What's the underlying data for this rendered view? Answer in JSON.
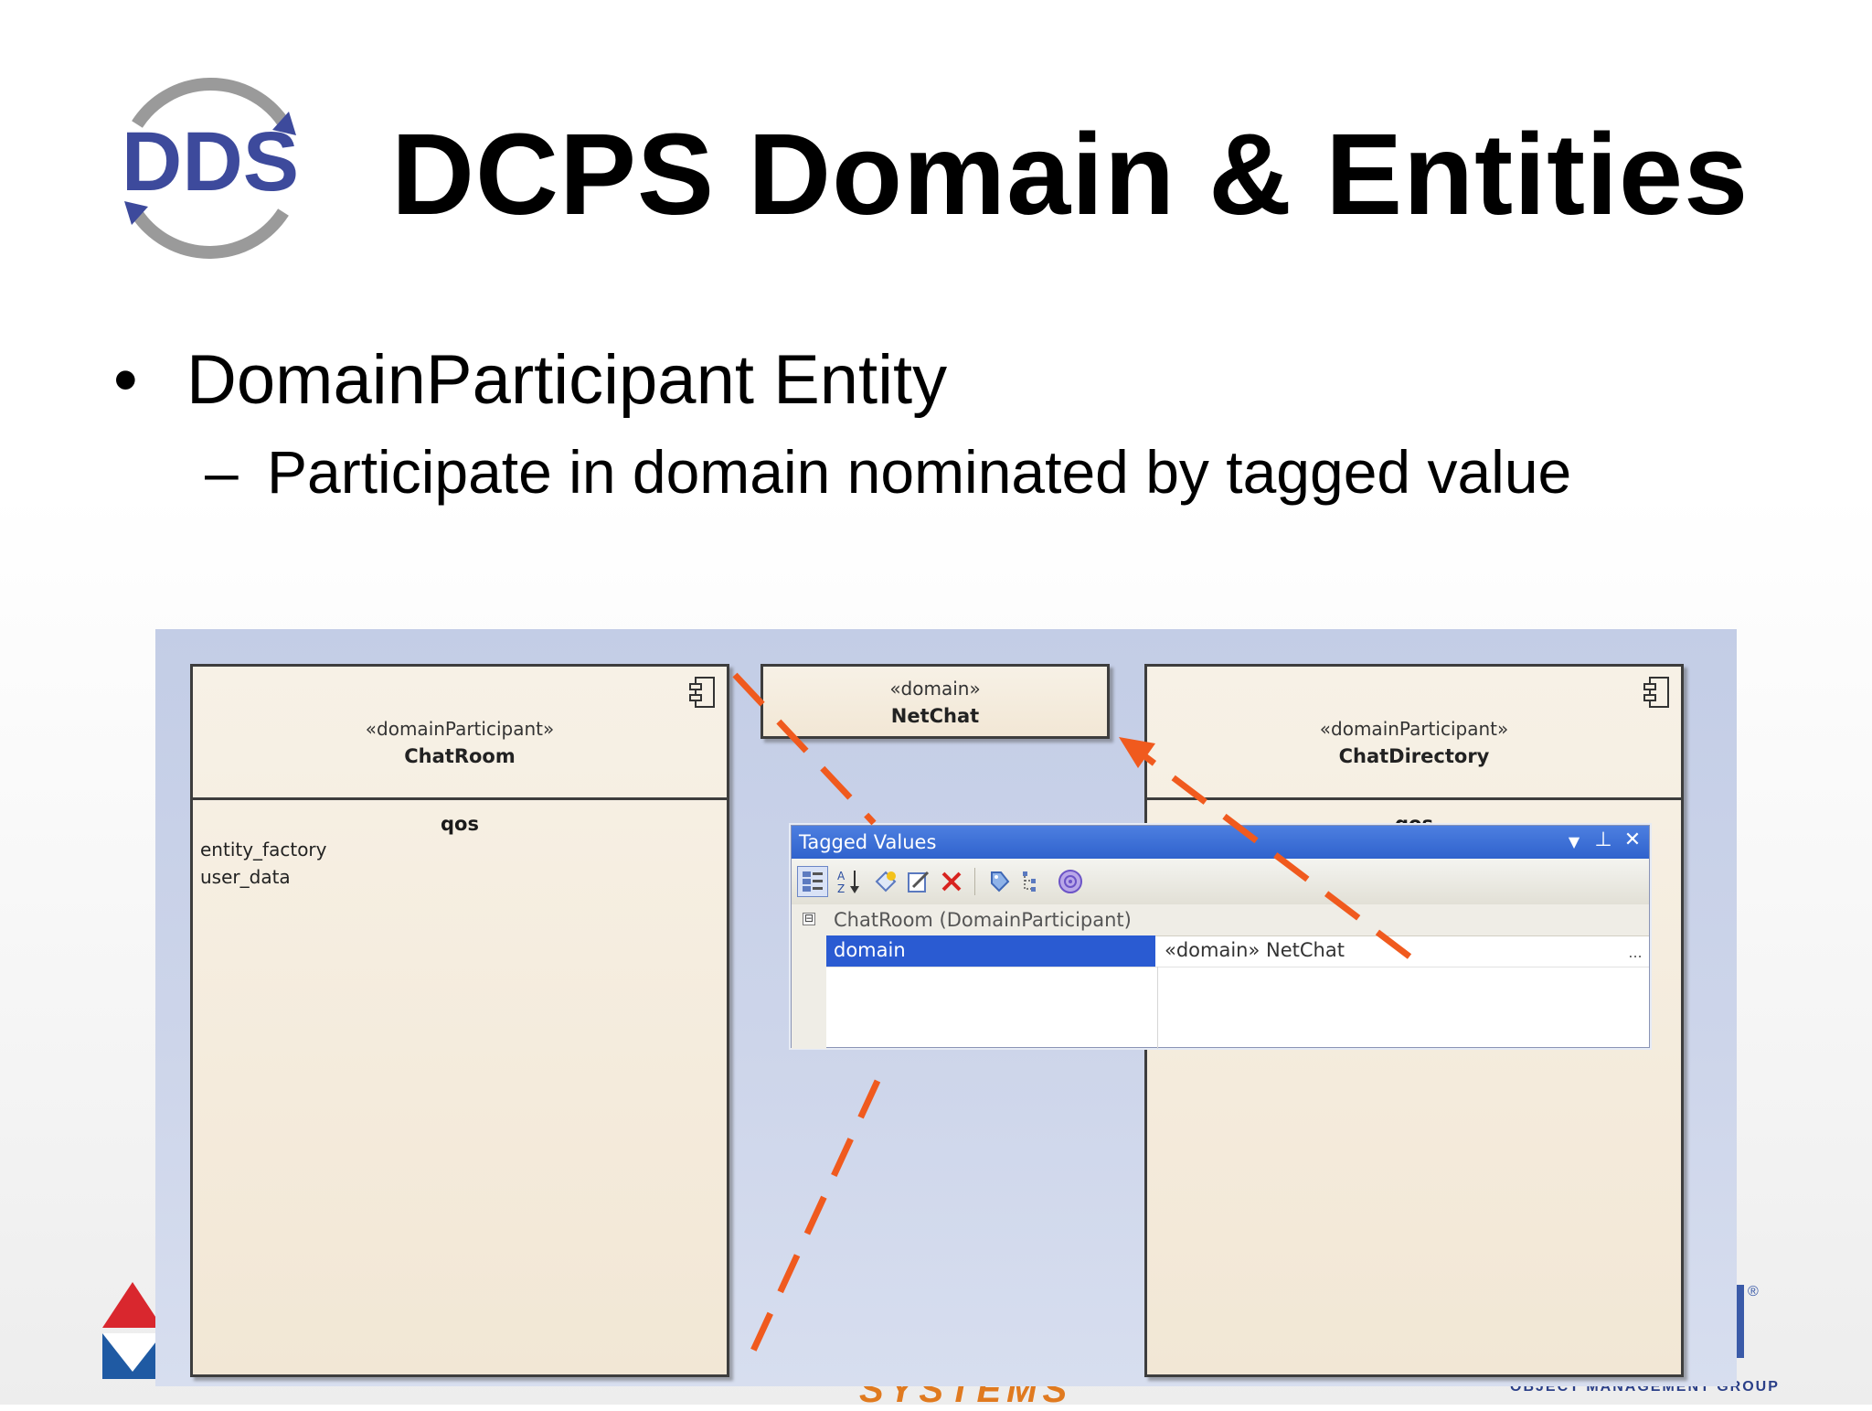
{
  "slide": {
    "title": "DCPS Domain & Entities",
    "bullets": [
      {
        "marker": "•",
        "text": "DomainParticipant Entity"
      },
      {
        "marker": "–",
        "text": "Participate in domain nominated by tagged value"
      }
    ]
  },
  "logo": {
    "text": "DDS",
    "color": "#3d4a9c",
    "ring_color": "#9a9a9a"
  },
  "footer": {
    "systems_text": "SYSTEMS",
    "omg_text": "OBJECT MANAGEMENT GROUP",
    "omg_registered": "®"
  },
  "diagram": {
    "chatroom": {
      "stereotype": "«domainParticipant»",
      "name": "ChatRoom",
      "compartment": "qos",
      "attributes": [
        "entity_factory",
        "user_data"
      ]
    },
    "domain": {
      "stereotype": "«domain»",
      "name": "NetChat"
    },
    "chatdirectory": {
      "stereotype": "«domainParticipant»",
      "name": "ChatDirectory",
      "compartment": "qos"
    },
    "arrow_color": "#f05a1e"
  },
  "tagged_values": {
    "title": "Tagged Values",
    "controls": {
      "dropdown": "▼",
      "pin": "⊥",
      "close": "✕"
    },
    "toolbar_icons": [
      "categorized-view-icon",
      "sort-az-icon",
      "new-tag-icon",
      "edit-notes-icon",
      "delete-icon",
      "tag-icon",
      "tree-view-icon",
      "help-icon"
    ],
    "group_expander": "⊟",
    "group": "ChatRoom (DomainParticipant)",
    "rows": [
      {
        "key": "domain",
        "value": "«domain» NetChat",
        "ellipsis": "..."
      }
    ],
    "selection_color": "#2a5bd2"
  }
}
